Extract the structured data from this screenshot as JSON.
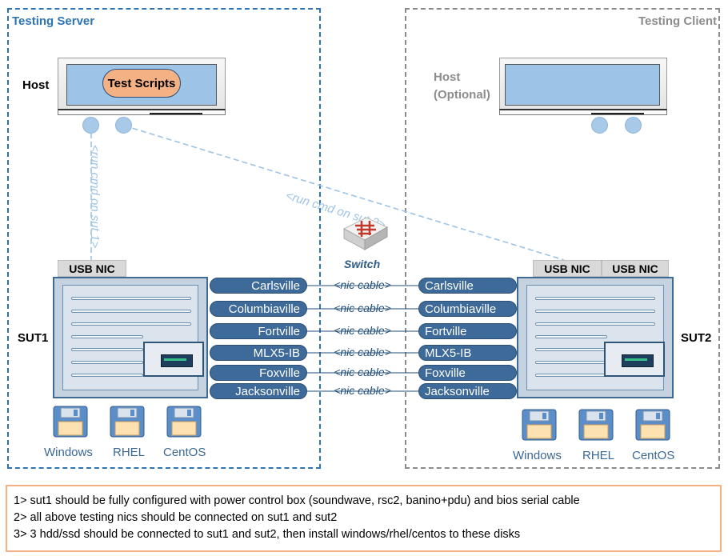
{
  "regions": {
    "server_title": "Testing Server",
    "client_title": "Testing Client"
  },
  "host": {
    "server_label": "Host",
    "client_label_line1": "Host",
    "client_label_line2": "(Optional)",
    "scripts_label": "Test Scripts"
  },
  "links": {
    "sut1_cmd": "<run cmd on sut 1>",
    "sut2_cmd": "<run cmd on sut 2>"
  },
  "switch": {
    "label": "Switch"
  },
  "usb_nics": {
    "sut1": [
      "USB NIC"
    ],
    "sut2": [
      "USB NIC",
      "USB NIC"
    ]
  },
  "suts": {
    "left": "SUT1",
    "right": "SUT2"
  },
  "nics": [
    {
      "left": "Carlsville",
      "cable": "<nic cable>",
      "right": "Carlsville"
    },
    {
      "left": "Columbiaville",
      "cable": "<nic cable>",
      "right": "Columbiaville"
    },
    {
      "left": "Fortville",
      "cable": "<nic cable>",
      "right": "Fortville"
    },
    {
      "left": "MLX5-IB",
      "cable": "<nic cable>",
      "right": "MLX5-IB"
    },
    {
      "left": "Foxville",
      "cable": "<nic cable>",
      "right": "Foxville"
    },
    {
      "left": "Jacksonville",
      "cable": "<nic cable>",
      "right": "Jacksonville"
    }
  ],
  "disks": {
    "sut1": [
      "Windows",
      "RHEL",
      "CentOS"
    ],
    "sut2": [
      "Windows",
      "RHEL",
      "CentOS"
    ]
  },
  "notes": [
    "1> sut1 should be fully configured with power control box (soundwave, rsc2, banino+pdu) and bios serial cable",
    "2> all above testing nics should be connected on sut1 and sut2",
    "3> 3 hdd/ssd should be connected to sut1 and sut2, then install windows/rhel/centos to these disks"
  ],
  "colors": {
    "server_border": "#2e75b6",
    "client_border": "#8c8c8c",
    "nic_pill": "#3d6a99",
    "notes_border": "#f4b183",
    "link": "#9dc3e6"
  },
  "icons": [
    "floppy-disk-icon",
    "switch-icon",
    "monitor-icon",
    "rack-server-icon"
  ]
}
